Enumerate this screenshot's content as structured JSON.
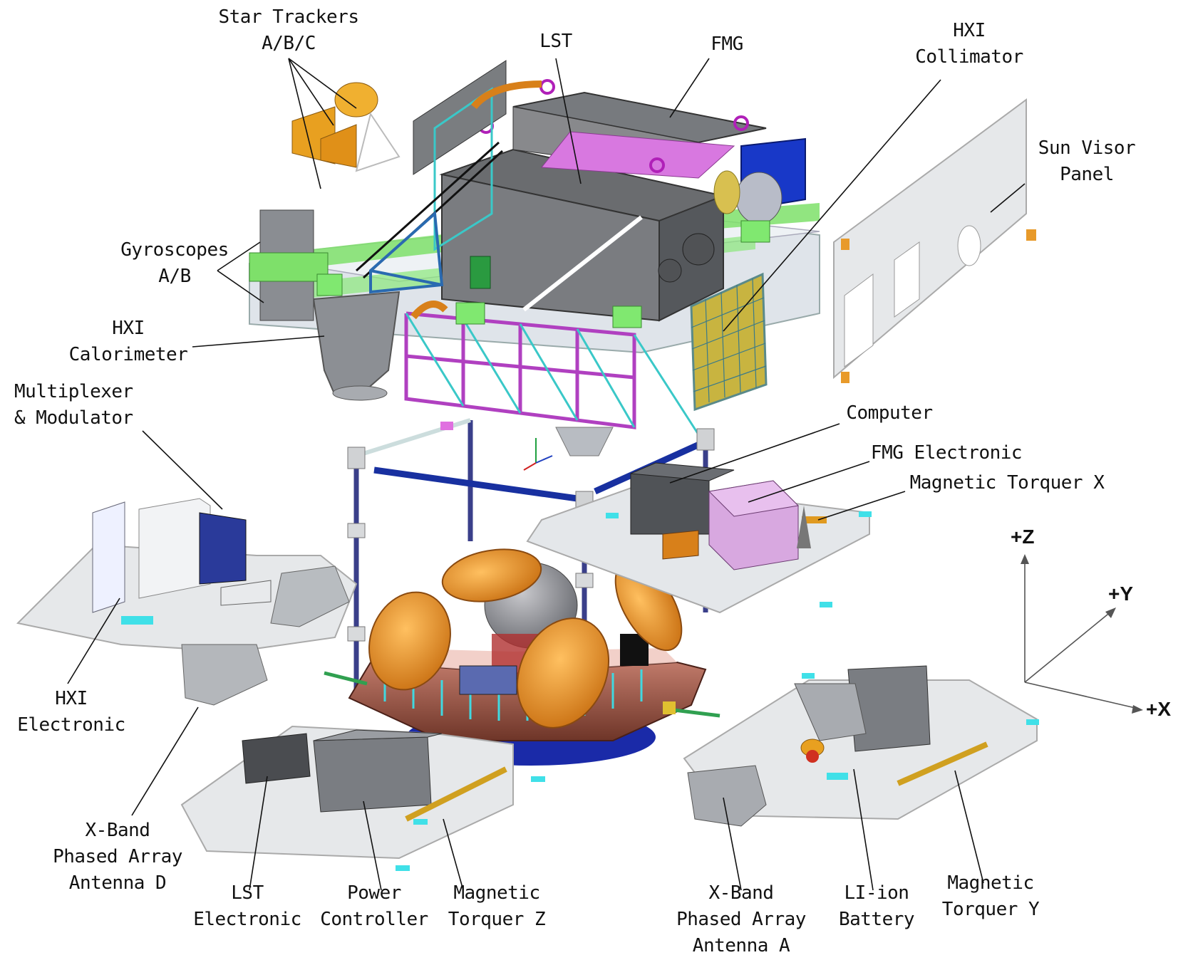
{
  "labels": {
    "star_trackers": [
      "Star Trackers",
      "A/B/C"
    ],
    "lst": [
      "LST"
    ],
    "fmg": [
      "FMG"
    ],
    "hxi_collimator": [
      "HXI",
      "Collimator"
    ],
    "sun_visor_panel": [
      "Sun Visor",
      "Panel"
    ],
    "gyroscopes": [
      "Gyroscopes",
      "A/B"
    ],
    "hxi_calorimeter": [
      "HXI",
      "Calorimeter"
    ],
    "multiplexer_modulator": [
      "Multiplexer",
      "& Modulator"
    ],
    "computer": [
      "Computer"
    ],
    "fmg_electronic": [
      "FMG Electronic"
    ],
    "magnetic_torquer_x": [
      "Magnetic Torquer X"
    ],
    "hxi_electronic": [
      "HXI",
      "Electronic"
    ],
    "xband_antenna_d": [
      "X-Band",
      "Phased Array",
      "Antenna D"
    ],
    "lst_electronic": [
      "LST",
      "Electronic"
    ],
    "power_controller": [
      "Power",
      "Controller"
    ],
    "magnetic_torquer_z": [
      "Magnetic",
      "Torquer Z"
    ],
    "xband_antenna_a": [
      "X-Band",
      "Phased Array",
      "Antenna A"
    ],
    "li_ion_battery": [
      "LI-ion",
      "Battery"
    ],
    "magnetic_torquer_y": [
      "Magnetic",
      "Torquer Y"
    ]
  },
  "axes": {
    "z": "+Z",
    "y": "+Y",
    "x": "+X"
  },
  "colors": {
    "structure_gray": "#8a8c8e",
    "panel_light": "#e4e6e8",
    "accent_green": "#6ccf5a",
    "accent_cyan": "#3fd8e0",
    "accent_orange": "#e89a2a",
    "accent_magenta": "#d070d8",
    "accent_blue": "#1830a0",
    "hull_brown": "#8a4a3a"
  }
}
